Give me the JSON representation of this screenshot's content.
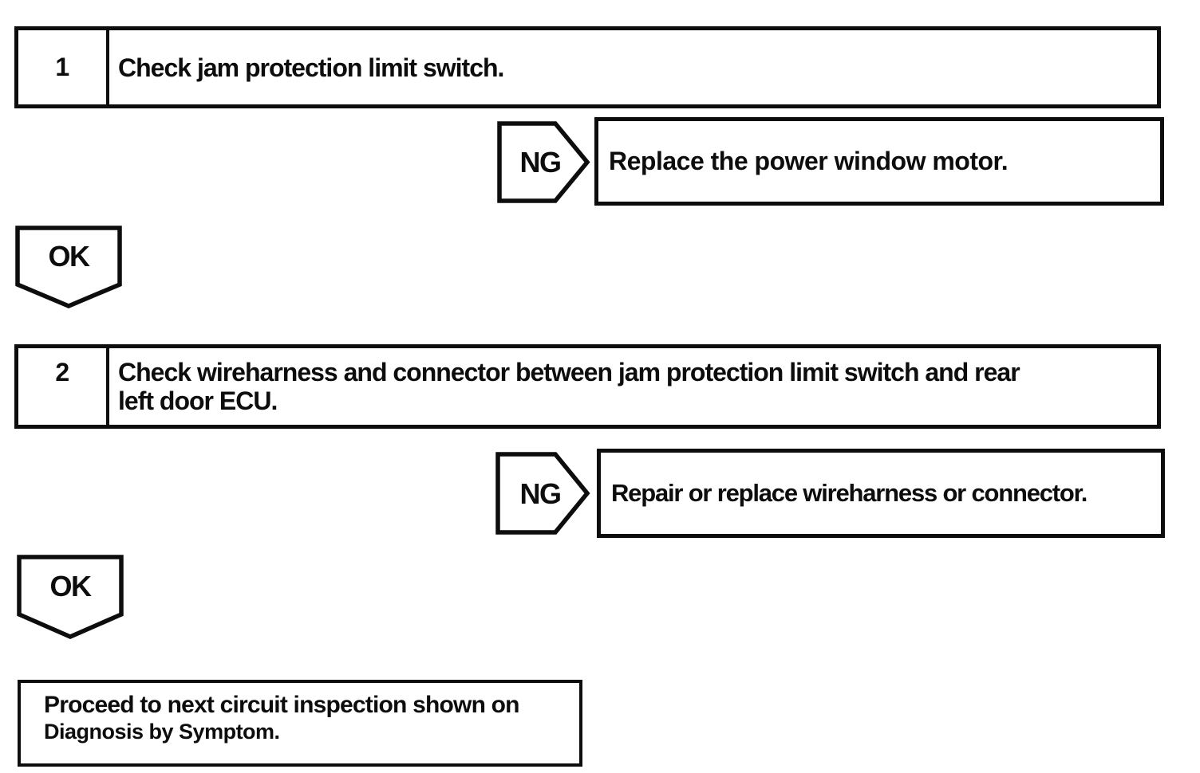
{
  "page": {
    "background_color": "#ffffff",
    "ink_color": "#0d0d0d"
  },
  "flowchart": {
    "steps": [
      {
        "number": "1",
        "instruction": "Check jam protection limit switch.",
        "instruction_lines": [
          "Check jam protection limit switch."
        ],
        "ng": {
          "label": "NG",
          "action": "Replace the power window motor."
        },
        "ok": {
          "label": "OK"
        }
      },
      {
        "number": "2",
        "instruction": "Check wireharness and connector between jam protection limit switch and rear left door ECU.",
        "instruction_lines": [
          "Check wireharness and connector between jam protection limit switch and rear",
          "left door ECU."
        ],
        "ng": {
          "label": "NG",
          "action": "Repair or replace wireharness or connector."
        },
        "ok": {
          "label": "OK"
        }
      }
    ],
    "terminal": {
      "lines": [
        "Proceed to next circuit inspection shown on",
        "Diagnosis by Symptom."
      ]
    }
  }
}
